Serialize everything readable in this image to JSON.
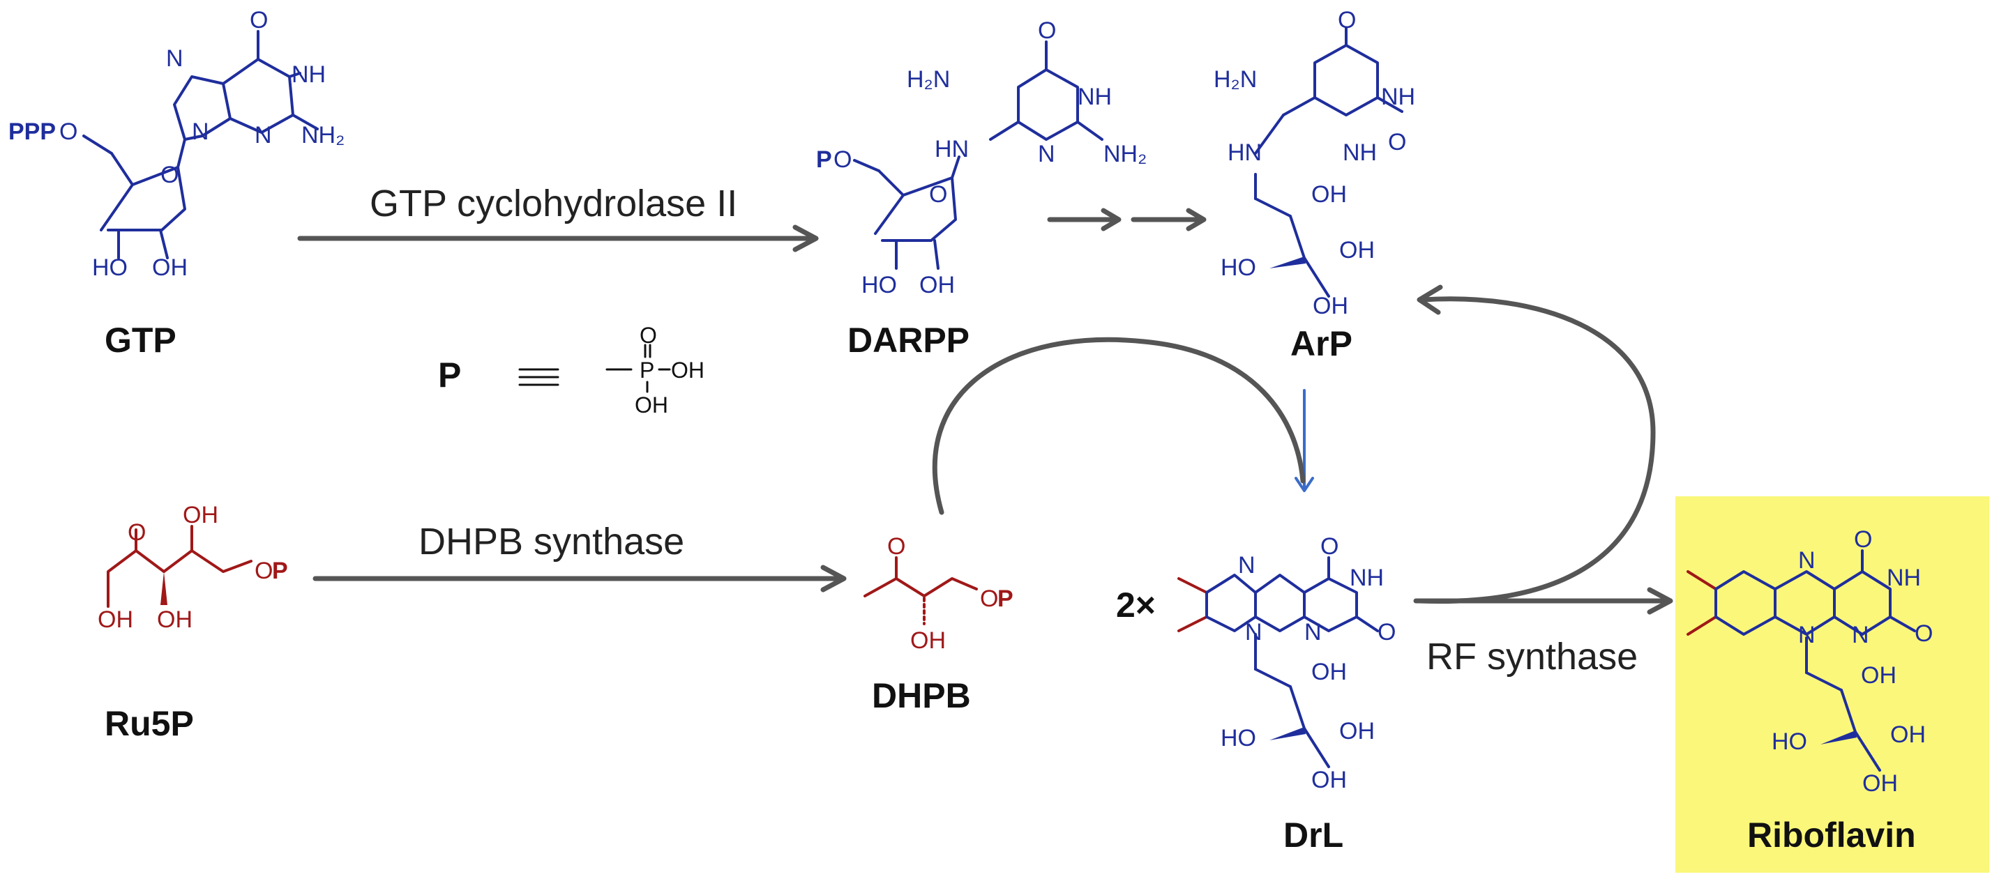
{
  "compounds": {
    "gtp": "GTP",
    "darpp": "DARPP",
    "arp": "ArP",
    "ru5p": "Ru5P",
    "dhpb": "DHPB",
    "drl": "DrL",
    "riboflavin": "Riboflavin"
  },
  "enzymes": {
    "gtp_cyclohydrolase": "GTP cyclohydrolase II",
    "dhpb_synthase": "DHPB synthase",
    "rf_synthase": "RF synthase"
  },
  "stoichiometry": "2×",
  "legend": {
    "symbol": "P",
    "equiv": "≡",
    "o": "O",
    "p": "P",
    "oh": "OH"
  },
  "atoms": {
    "ppp": "PPP",
    "p": "P",
    "o": "O",
    "n": "N",
    "nh": "NH",
    "nh2": "NH₂",
    "h2n": "H₂N",
    "hn": "HN",
    "oh": "OH",
    "ho": "HO"
  },
  "colors": {
    "blue_structures": "#1f2e9c",
    "red_structures": "#a01818",
    "arrows": "#555555",
    "blue_arrow": "#3a6cc8",
    "riboflavin_highlight": "#faf77a"
  }
}
